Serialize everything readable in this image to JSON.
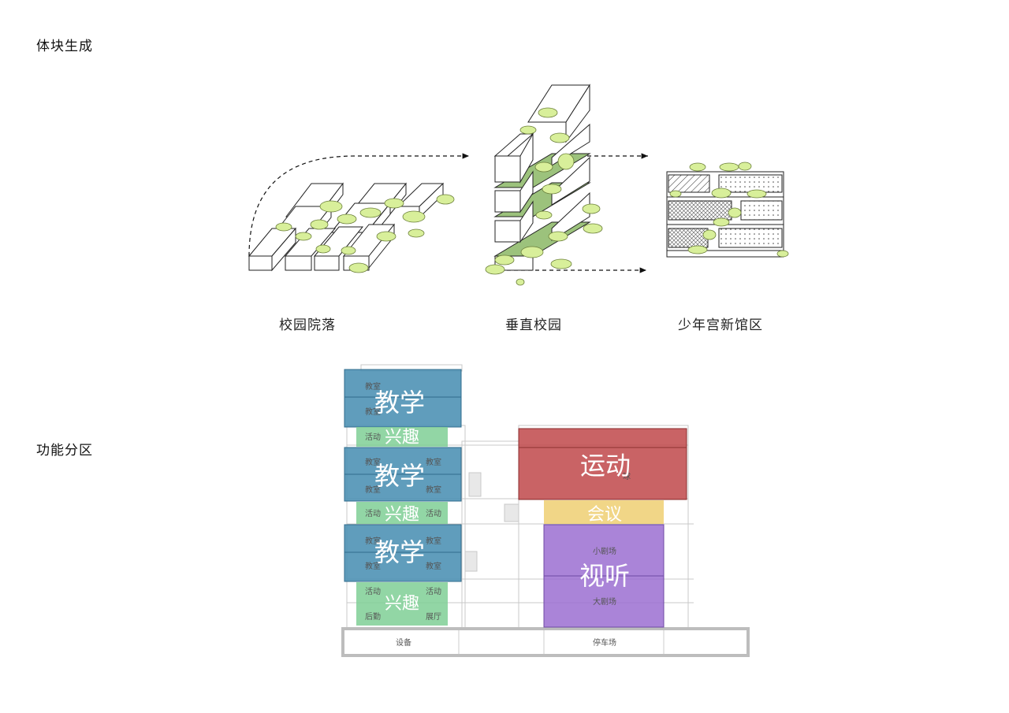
{
  "headings": {
    "massing": "体块生成",
    "zoning": "功能分区"
  },
  "massing_captions": {
    "campus_courtyard": "校园院落",
    "vertical_campus": "垂直校园",
    "new_palace_zone": "少年宫新馆区"
  },
  "zones": {
    "teaching_1": "教学",
    "teaching_2": "教学",
    "teaching_3": "教学",
    "interest_1": "兴趣",
    "interest_2": "兴趣",
    "interest_3": "兴趣",
    "sports": "运动",
    "meeting": "会议",
    "audiovisual": "视听"
  },
  "rooms": {
    "classroom_a": "教室",
    "classroom_b": "教室",
    "classroom_c": "教室",
    "classroom_d": "教室",
    "classroom_e": "教室",
    "classroom_f": "教室",
    "classroom_g": "教室",
    "classroom_h": "教室",
    "classroom_i": "教室",
    "classroom_j": "教室",
    "activity_a": "活动",
    "activity_b": "活动",
    "activity_c": "活动",
    "activity_d": "活动",
    "activity_e": "活动",
    "logistics": "后勤",
    "exhibition": "展厅",
    "ball_court": "球",
    "small_theater": "小剧场",
    "big_theater": "大剧场",
    "equipment": "设备",
    "parking": "停车场"
  },
  "colors": {
    "teaching": "#4a8fb3",
    "interest": "#7fcf95",
    "sports": "#c0484a",
    "meeting": "#efd27a",
    "audiovisual": "#9b6fd1",
    "greenery": "#d8ef9a",
    "green_slab": "#9cc27c"
  }
}
